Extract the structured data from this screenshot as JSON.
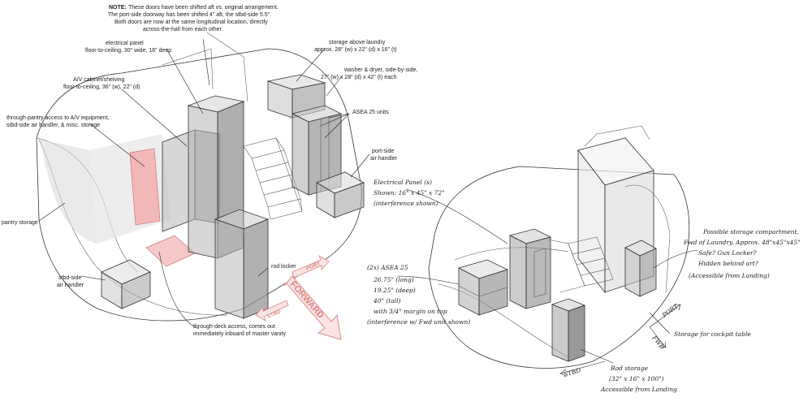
{
  "left_sketch": {
    "note_heading": "NOTE:",
    "note_lines": [
      "These doors have been shifted aft vs. original arrangement.",
      "The port-side doorway has been shifted 4\" aft, the stbd-side 5.5\".",
      "Both doors are now at the same longitudinal location, directly",
      "across-the-hall from each other."
    ],
    "electrical_panel": [
      "electrical panel",
      "floor-to-ceiling, 30\" wide, 16\" deep"
    ],
    "av_cabinet": [
      "A/V cabinet/shelving",
      "floor-to-ceiling, 36\" (w), 22\" (d)"
    ],
    "through_pantry": [
      "through-pantry access to A/V equipment,",
      "stbd-side air handler, & misc. storage"
    ],
    "pantry_storage": "pantry storage",
    "stbd_air_handler": [
      "stbd-side",
      "air handler"
    ],
    "through_deck": [
      "through-deck access, comes out",
      "immediately inboard of master vanity"
    ],
    "rod_locker": "rod locker",
    "storage_laundry": [
      "storage above laundry",
      "approx. 28\" (w) x 22\" (d) x 16\" (t)"
    ],
    "washer_dryer": [
      "washer & dryer, side-by-side,",
      "27\" (w) x 28\" (d) x 42\" (t) each"
    ],
    "asea_units": "ASEA 25 units",
    "port_air_handler": [
      "port-side",
      "air handler"
    ],
    "forward_arrow": "FORWARD",
    "port_arrow": "PORT",
    "stbd_arrow": "STBD"
  },
  "right_sketch": {
    "electrical_panel_note": [
      "Electrical Panel (s)",
      "Shown: 16\" x 45\" x 72\"",
      "(interference shown)"
    ],
    "asea_note": [
      "(2x) ASEA 25",
      "26.75\" (long)",
      "19.25\" (deep)",
      "40\" (tall)",
      "with 3/4\" margin on top",
      "(interference w/ Fwd unit shown)"
    ],
    "storage_note": [
      "Possible storage compartment,",
      "Fwd of Laundry. Approx. 48\"x45\"x45\"",
      "Safe? Gun Locker?",
      "Hidden behind art?",
      "(Accessible from Landing)"
    ],
    "cockpit_table": "Storage for cockpit table",
    "rod_storage": [
      "Rod storage",
      "(32\" x 16\" x 100\")",
      "Accessible from Landing"
    ],
    "port_label": "PORT",
    "fwd_label": "FWD",
    "stbd_label": "STBD"
  },
  "colors": {
    "accent_pink": "#f2b8b8",
    "arrow_pink": "#e9a5a5",
    "box_gray": "#8c8c8c"
  }
}
